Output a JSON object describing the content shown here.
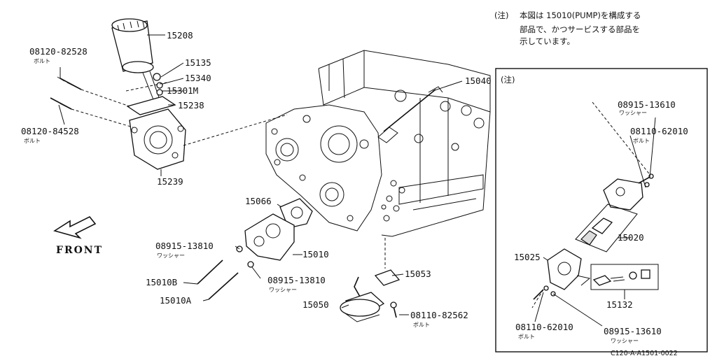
{
  "note": {
    "marker": "(注)",
    "lines": [
      "本図は 15010(PUMP)を構成する",
      "部品で、かつサービスする部品を",
      "示しています。"
    ]
  },
  "inset": {
    "title": "(注)"
  },
  "direction": {
    "label": "FRONT"
  },
  "drawing_code": "C120-A-A1501-0022",
  "parts": {
    "p15208": "15208",
    "p08120_82528": "08120-82528",
    "p08120_82528_sub": "ボルト",
    "p15135": "15135",
    "p15340": "15340",
    "p15301M": "15301M",
    "p15238": "15238",
    "p08120_84528": "08120-84528",
    "p08120_84528_sub": "ボルト",
    "p15239": "15239",
    "p15040": "15040",
    "p15066": "15066",
    "p08915_13810a": "08915-13810",
    "p08915_13810a_sub": "ワッシャー",
    "p15010": "15010",
    "p15010B": "15010B",
    "p08915_13810b": "08915-13810",
    "p08915_13810b_sub": "ワッシャー",
    "p15010A": "15010A",
    "p15053": "15053",
    "p15050": "15050",
    "p08110_82562": "08110-82562",
    "p08110_82562_sub": "ボルト",
    "i08915_13610a": "08915-13610",
    "i08915_13610a_sub": "ワッシャー",
    "i08110_62010a": "08110-62010",
    "i08110_62010a_sub": "ボルト",
    "i15020": "15020",
    "i15025": "15025",
    "i15132": "15132",
    "i08110_62010b": "08110-62010",
    "i08110_62010b_sub": "ボルト",
    "i08915_13610b": "08915-13610",
    "i08915_13610b_sub": "ワッシャー"
  }
}
